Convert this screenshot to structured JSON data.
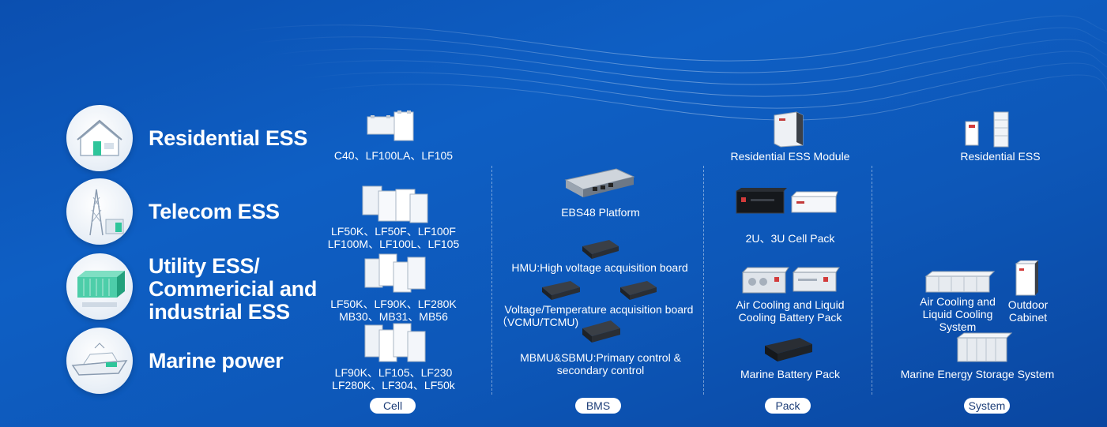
{
  "applications": [
    {
      "title": "Residential ESS",
      "icon": "house-icon"
    },
    {
      "title": "Telecom ESS",
      "icon": "telecom-tower-icon"
    },
    {
      "title_lines": [
        "Utility ESS/",
        "Commericial and",
        "industrial ESS"
      ],
      "icon": "container-icon"
    },
    {
      "title": "Marine power",
      "icon": "ship-icon"
    }
  ],
  "cell": {
    "residential": "C40、LF100LA、LF105",
    "telecom": [
      "LF50K、LF50F、LF100F",
      "LF100M、LF100L、LF105"
    ],
    "utility": [
      "LF50K、LF90K、LF280K",
      "MB30、MB31、MB56"
    ],
    "marine": [
      "LF90K、LF105、LF230",
      "LF280K、LF304、LF50k"
    ]
  },
  "bms": {
    "platform": "EBS48 Platform",
    "hmu": "HMU:High voltage acquisition board",
    "vcmu": [
      "Voltage/Temperature acquisition board",
      "（VCMU/TCMU)"
    ],
    "mbmu": [
      "MBMU&SBMU:Primary control &",
      "secondary control"
    ]
  },
  "pack": {
    "residential": "Residential ESS Module",
    "telecom": "2U、3U Cell Pack",
    "utility": [
      "Air Cooling and Liquid",
      "Cooling Battery Pack"
    ],
    "marine": "Marine Battery Pack"
  },
  "system": {
    "residential": "Residential ESS",
    "utility": [
      "Air Cooling and",
      "Liquid Cooling",
      "System"
    ],
    "outdoor": [
      "Outdoor",
      "Cabinet"
    ],
    "marine": "Marine Energy Storage System"
  },
  "categories": [
    "Cell",
    "BMS",
    "Pack",
    "System"
  ]
}
